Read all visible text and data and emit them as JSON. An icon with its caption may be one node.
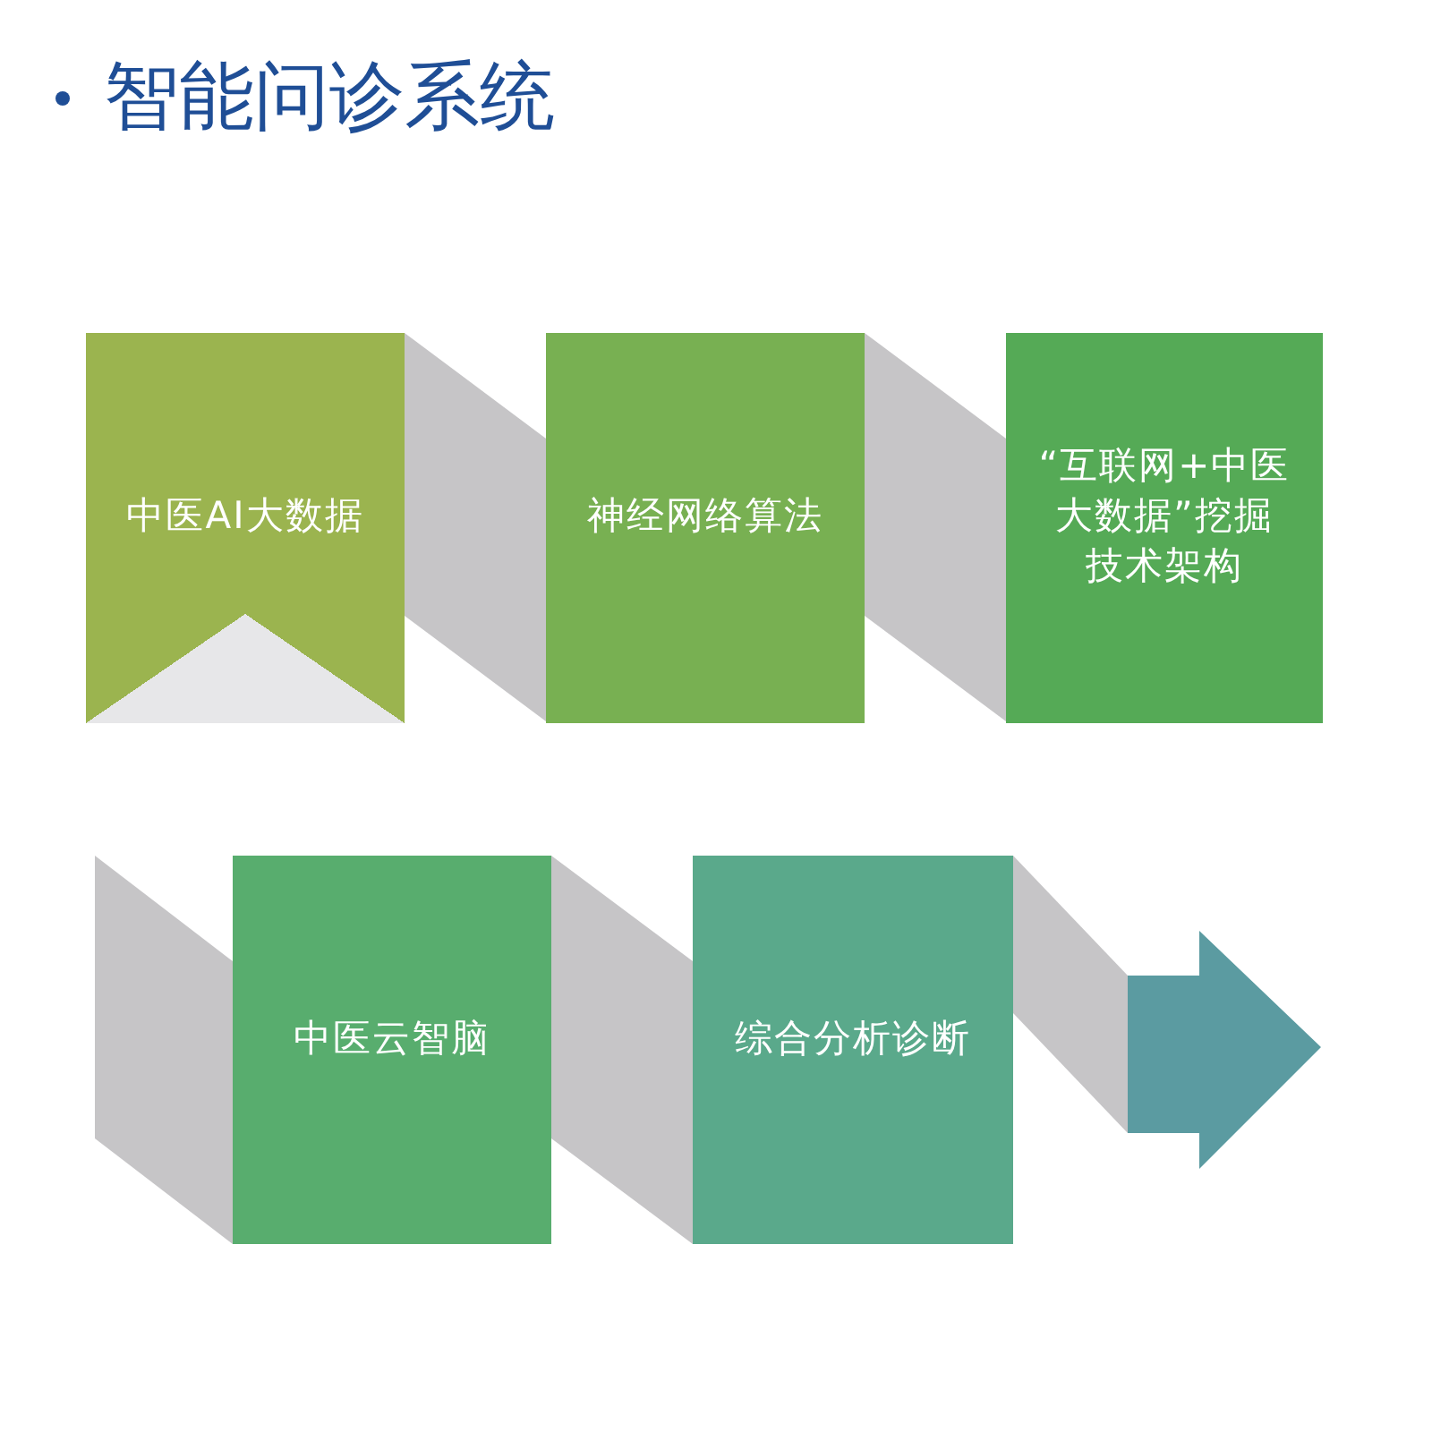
{
  "diagram": {
    "title": "智能问诊系统",
    "nodes": [
      {
        "text": [
          "中医AI大数据"
        ]
      },
      {
        "text": [
          "神经网络算法"
        ]
      },
      {
        "text": [
          "“互联网+中医大数据”挖掘技术架构"
        ]
      },
      {
        "text": [
          "中医云智脑"
        ]
      },
      {
        "text": [
          "综合分析诊断"
        ]
      },
      {
        "text": [],
        "shape": "arrow"
      }
    ],
    "edges": [
      {
        "from": 0,
        "to": 1,
        "arrow": "none"
      },
      {
        "from": 1,
        "to": 2,
        "arrow": "none"
      },
      {
        "from": null,
        "to": 3,
        "arrow": "none"
      },
      {
        "from": 3,
        "to": 4,
        "arrow": "none"
      },
      {
        "from": 4,
        "to": 5,
        "arrow": "none"
      }
    ]
  }
}
